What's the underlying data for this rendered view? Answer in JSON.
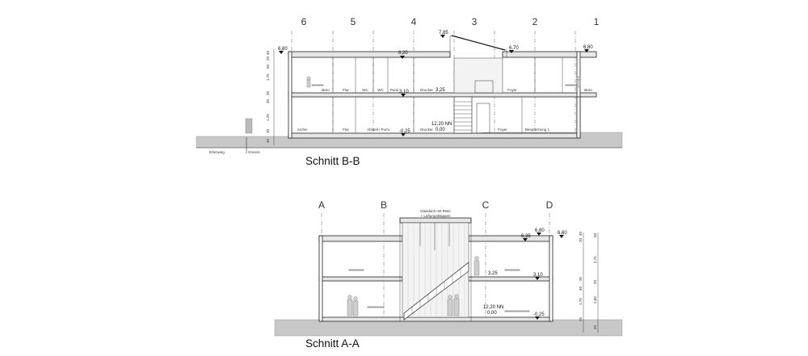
{
  "section_bb": {
    "title": "Schnitt B-B",
    "axes": [
      "6",
      "5",
      "4",
      "3",
      "2",
      "1"
    ],
    "elevations": {
      "left_roof": "6,80",
      "mid_roof": "6,20",
      "ridge": "7,85",
      "right_mid": "6,70",
      "right_roof": "6,80",
      "upper_floor": "3,10",
      "upper_floor_mid": "3,25",
      "ground_floor": "-0,25",
      "nn": "12,20 NN",
      "zero": "0,00"
    },
    "rooms_upper": [
      "Büro",
      "Flur",
      "WC",
      "WC",
      "Pumi",
      "Drucker",
      "Foyer",
      "Büro"
    ],
    "rooms_lower": [
      "Archiv",
      "Flur",
      "Abstell / Pumi",
      "Drucker",
      "Foyer",
      "Besprechung 1"
    ],
    "ground_labels": [
      "Erlenweg",
      "Grenze"
    ],
    "dims": [
      "20",
      "40",
      "50",
      "1.75",
      "35",
      "40",
      "1.70",
      "30",
      "40"
    ]
  },
  "section_aa": {
    "title": "Schnitt A-A",
    "axes": [
      "A",
      "B",
      "C",
      "D"
    ],
    "roof_note_line1": "Glasdach mit RWA",
    "roof_note_line2": "+ Lüftungsklappen",
    "elevations": {
      "roof_left": "6,80",
      "roof_right": "6,60",
      "roof_inner": "6,35",
      "mid_left": "3,25",
      "mid_right": "3,10",
      "nn": "12,20 NN",
      "zero": "0,00",
      "ground": "-0,25"
    },
    "dims": [
      "20",
      "40",
      "50",
      "2,75",
      "35",
      "20",
      "40",
      "1.70",
      "2,60",
      "35",
      "40"
    ]
  }
}
